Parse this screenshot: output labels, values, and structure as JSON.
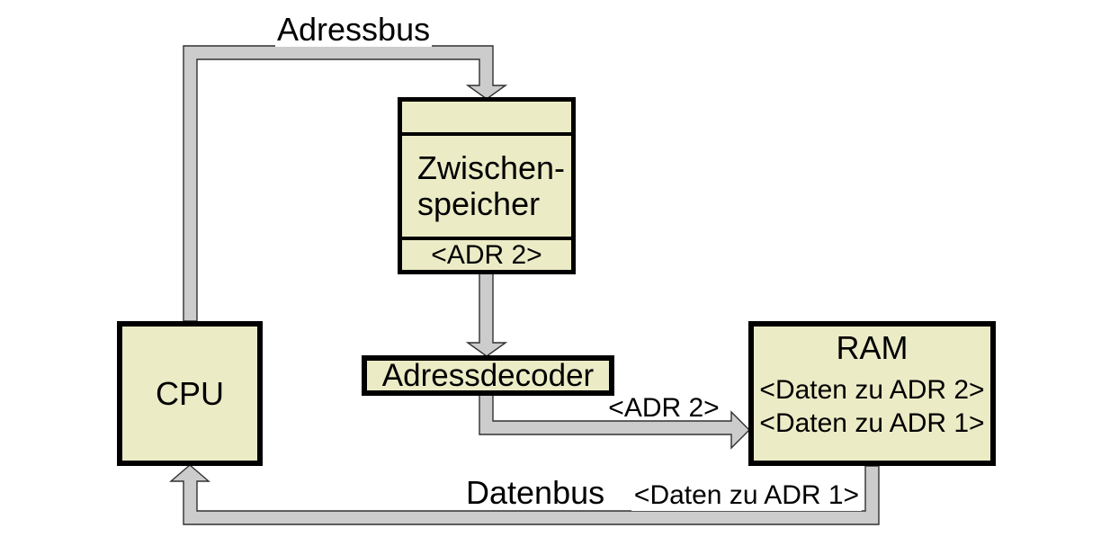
{
  "colors": {
    "box_fill": "#ebebc6",
    "box_border": "#000000",
    "bus_fill": "#cccccc",
    "bus_outline": "#303030",
    "text": "#000000",
    "background": "#ffffff"
  },
  "nodes": {
    "cpu": {
      "label": "CPU"
    },
    "buffer": {
      "label_line1": "Zwischen-",
      "label_line2": "speicher",
      "register_value": "<ADR 2>"
    },
    "decoder": {
      "label": "Adressdecoder"
    },
    "ram": {
      "label": "RAM",
      "cells": [
        "<Daten zu ADR 2>",
        "<Daten zu ADR 1>"
      ]
    }
  },
  "buses": {
    "adressbus": {
      "label": "Adressbus"
    },
    "datenbus": {
      "label": "Datenbus",
      "value_label": "<Daten zu ADR 1>"
    },
    "decoder_to_ram": {
      "value_label": "<ADR 2>"
    }
  }
}
